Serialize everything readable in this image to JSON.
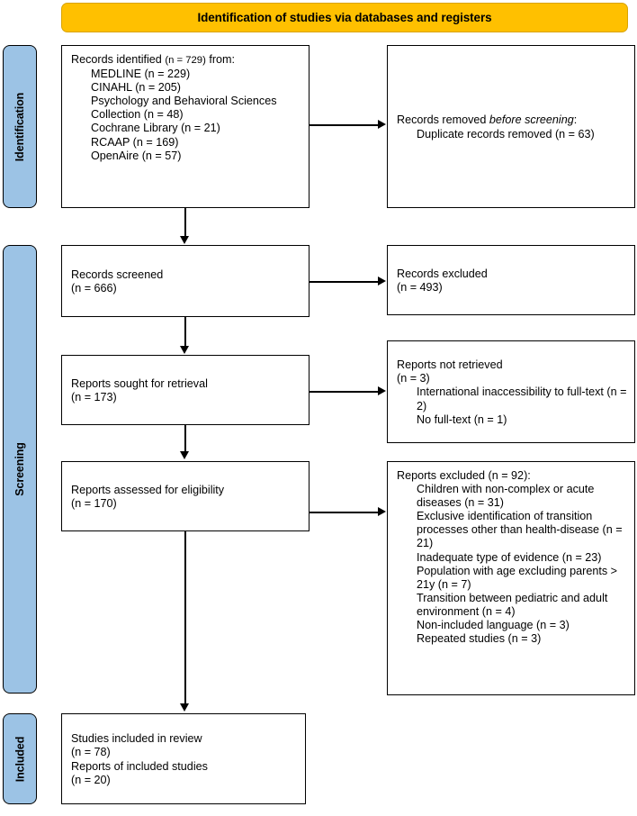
{
  "banner": {
    "title": "Identification of studies via databases and registers"
  },
  "phases": [
    {
      "key": "identification",
      "label": "Identification"
    },
    {
      "key": "screening",
      "label": "Screening"
    },
    {
      "key": "included",
      "label": "Included"
    }
  ],
  "boxes": {
    "records_identified": {
      "title": "Records identified",
      "title_count": "(n = 729)",
      "title_suffix": "from:",
      "sources": [
        "MEDLINE (n = 229)",
        "CINAHL (n = 205)",
        "Psychology and Behavioral Sciences Collection (n = 48)",
        "Cochrane Library (n = 21)",
        "RCAAP (n = 169)",
        "OpenAire (n = 57)"
      ]
    },
    "records_removed": {
      "line1_pre": "Records removed ",
      "line1_italic": "before screening",
      "line1_post": ":",
      "items": [
        "Duplicate records removed (n = 63)"
      ]
    },
    "records_screened": {
      "title": "Records screened",
      "count": "(n = 666)"
    },
    "records_excluded": {
      "title": "Records excluded",
      "count": "(n = 493)"
    },
    "reports_sought": {
      "title": "Reports sought for retrieval",
      "count": "(n = 173)"
    },
    "reports_not_retrieved": {
      "title": "Reports not retrieved",
      "count": "(n = 3)",
      "items": [
        "International inaccessibility to full-text (n = 2)",
        "No full-text (n = 1)"
      ]
    },
    "reports_assessed": {
      "title": "Reports assessed for eligibility",
      "count": "(n = 170)"
    },
    "reports_excluded": {
      "title": "Reports excluded (n = 92):",
      "items": [
        "Children with non-complex or acute diseases (n = 31)",
        "Exclusive identification of transition processes other than health-disease (n = 21)",
        "Inadequate type of evidence (n = 23)",
        "Population with age excluding parents > 21y (n = 7)",
        "Transition between pediatric and adult environment (n = 4)",
        "Non-included language (n = 3)",
        "Repeated studies (n = 3)"
      ]
    },
    "studies_included": {
      "line1": "Studies included in review",
      "count1": "(n = 78)",
      "line2": "Reports of included studies",
      "count2": "(n = 20)"
    }
  },
  "colors": {
    "banner_fill": "#FFC000",
    "band_fill": "#9CC3E5",
    "box_fill": "#FFFFFF",
    "stroke": "#000000"
  }
}
